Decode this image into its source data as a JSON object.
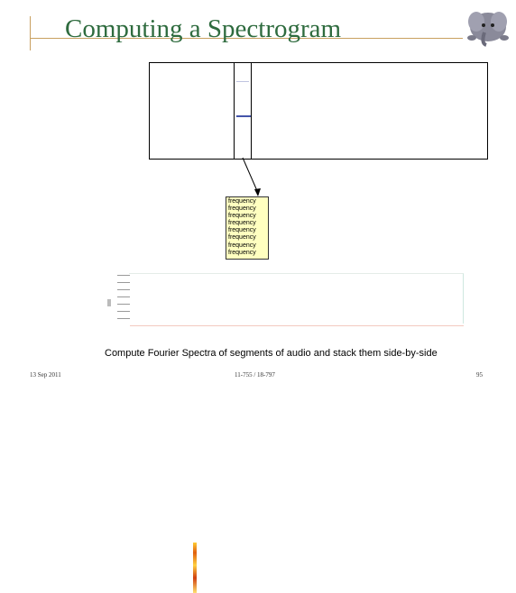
{
  "slide": {
    "title": "Computing a Spectrogram",
    "frequency_labels": [
      "frequency",
      "frequency",
      "frequency",
      "frequency",
      "frequency",
      "frequency",
      "frequency",
      "frequency"
    ],
    "caption": "Compute Fourier Spectra of segments of audio and stack them side-by-side",
    "footer": {
      "date": "13 Sep 2011",
      "course": "11-755 / 18-797",
      "page": "95"
    }
  },
  "colors": {
    "title": "#2e6b3e",
    "accent_rule": "#c8a060",
    "frequency_box": "#ffffc0",
    "waveform": "#4455aa",
    "spectrogram_column": "#e06010"
  },
  "icons": {
    "mascot": "elephant-mascot-icon",
    "arrow": "down-arrow-icon"
  }
}
